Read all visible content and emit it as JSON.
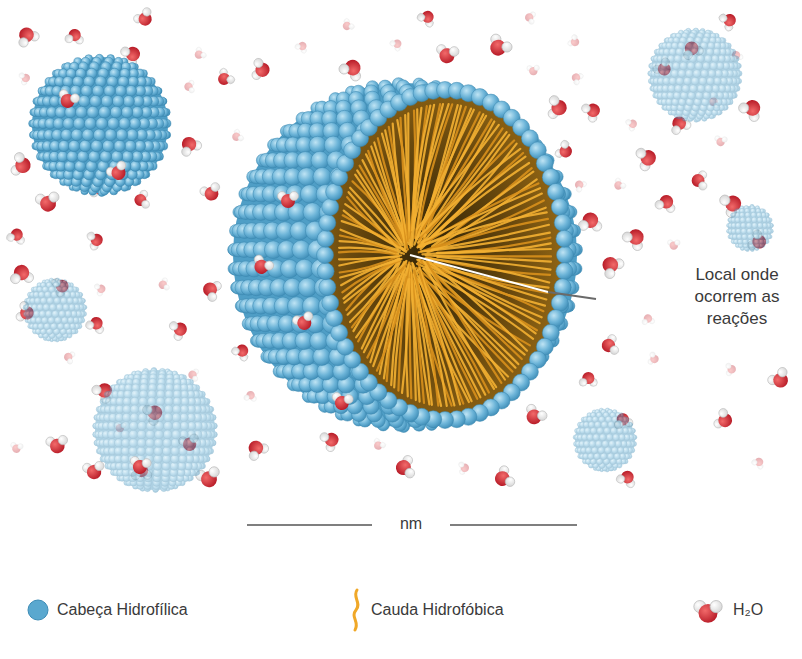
{
  "diagram": {
    "labels": [
      "Local onde ocorrem as reações",
      "nm"
    ],
    "legend": [
      {
        "text": "Cabeça Hidrofílica",
        "color": "#5aa8cf"
      },
      {
        "text": "Cauda Hidrofóbica"
      },
      {
        "text": "H₂O"
      }
    ]
  }
}
